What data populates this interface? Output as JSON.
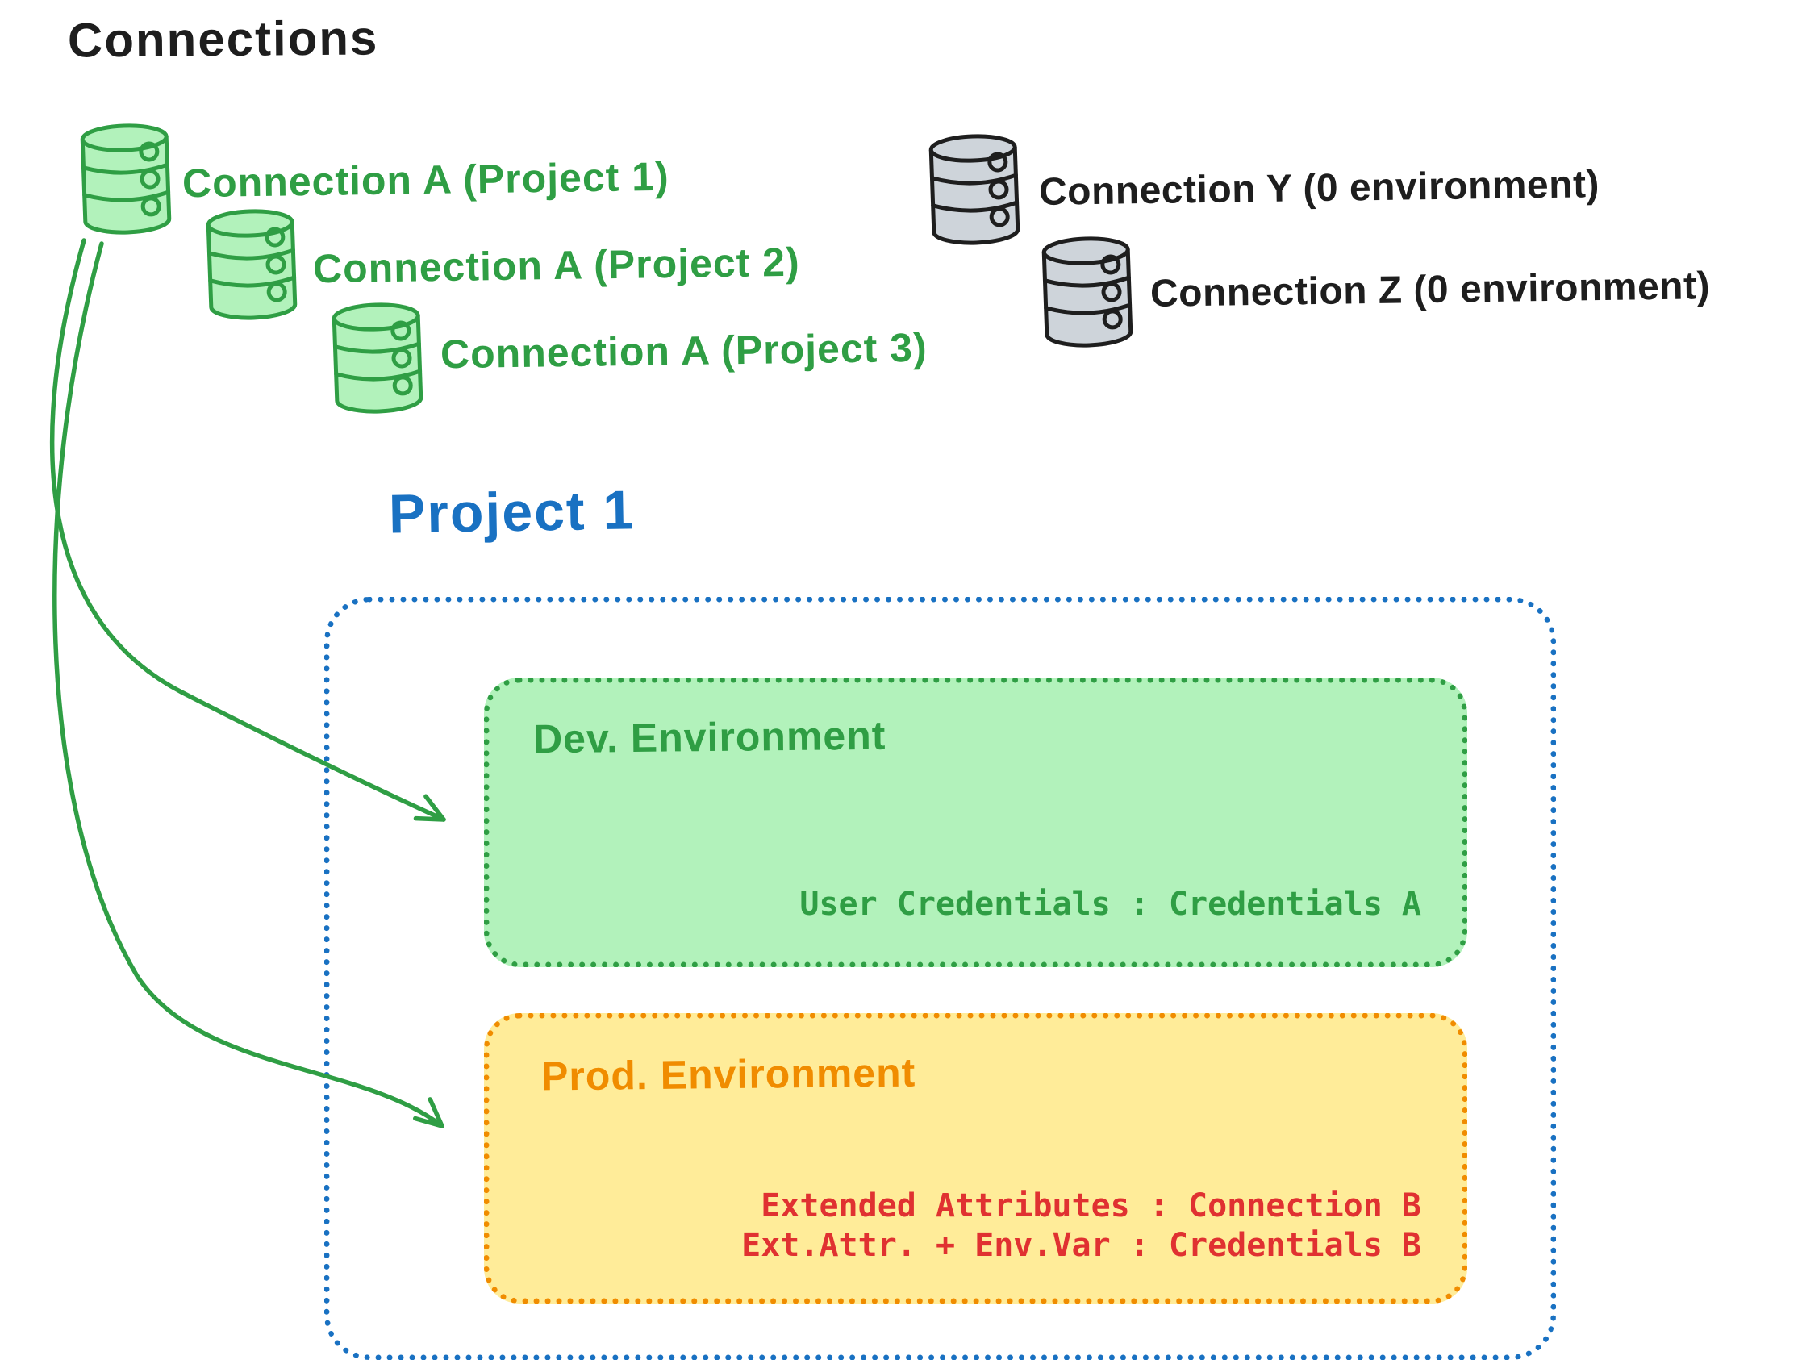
{
  "title": "Connections",
  "palette": {
    "green": "#2f9e44",
    "green_fill": "#b2f2bb",
    "gray_fill": "#ced4da",
    "ink": "#1e1e1e",
    "blue": "#1971c2",
    "orange": "#f08c00",
    "yellow_fill": "#ffec99",
    "red": "#e03131"
  },
  "connections": {
    "assigned": [
      {
        "label": "Connection A (Project 1)",
        "icon": "database-icon"
      },
      {
        "label": "Connection A (Project 2)",
        "icon": "database-icon"
      },
      {
        "label": "Connection A (Project 3)",
        "icon": "database-icon"
      }
    ],
    "unassigned": [
      {
        "label": "Connection Y (0 environment)",
        "icon": "database-icon"
      },
      {
        "label": "Connection Z (0 environment)",
        "icon": "database-icon"
      }
    ]
  },
  "project": {
    "title": "Project 1",
    "environments": [
      {
        "name": "Dev. Environment",
        "mappings": [
          "User Credentials : Credentials A"
        ]
      },
      {
        "name": "Prod. Environment",
        "mappings": [
          "Extended Attributes : Connection B",
          "Ext.Attr. + Env.Var : Credentials B"
        ]
      }
    ]
  }
}
